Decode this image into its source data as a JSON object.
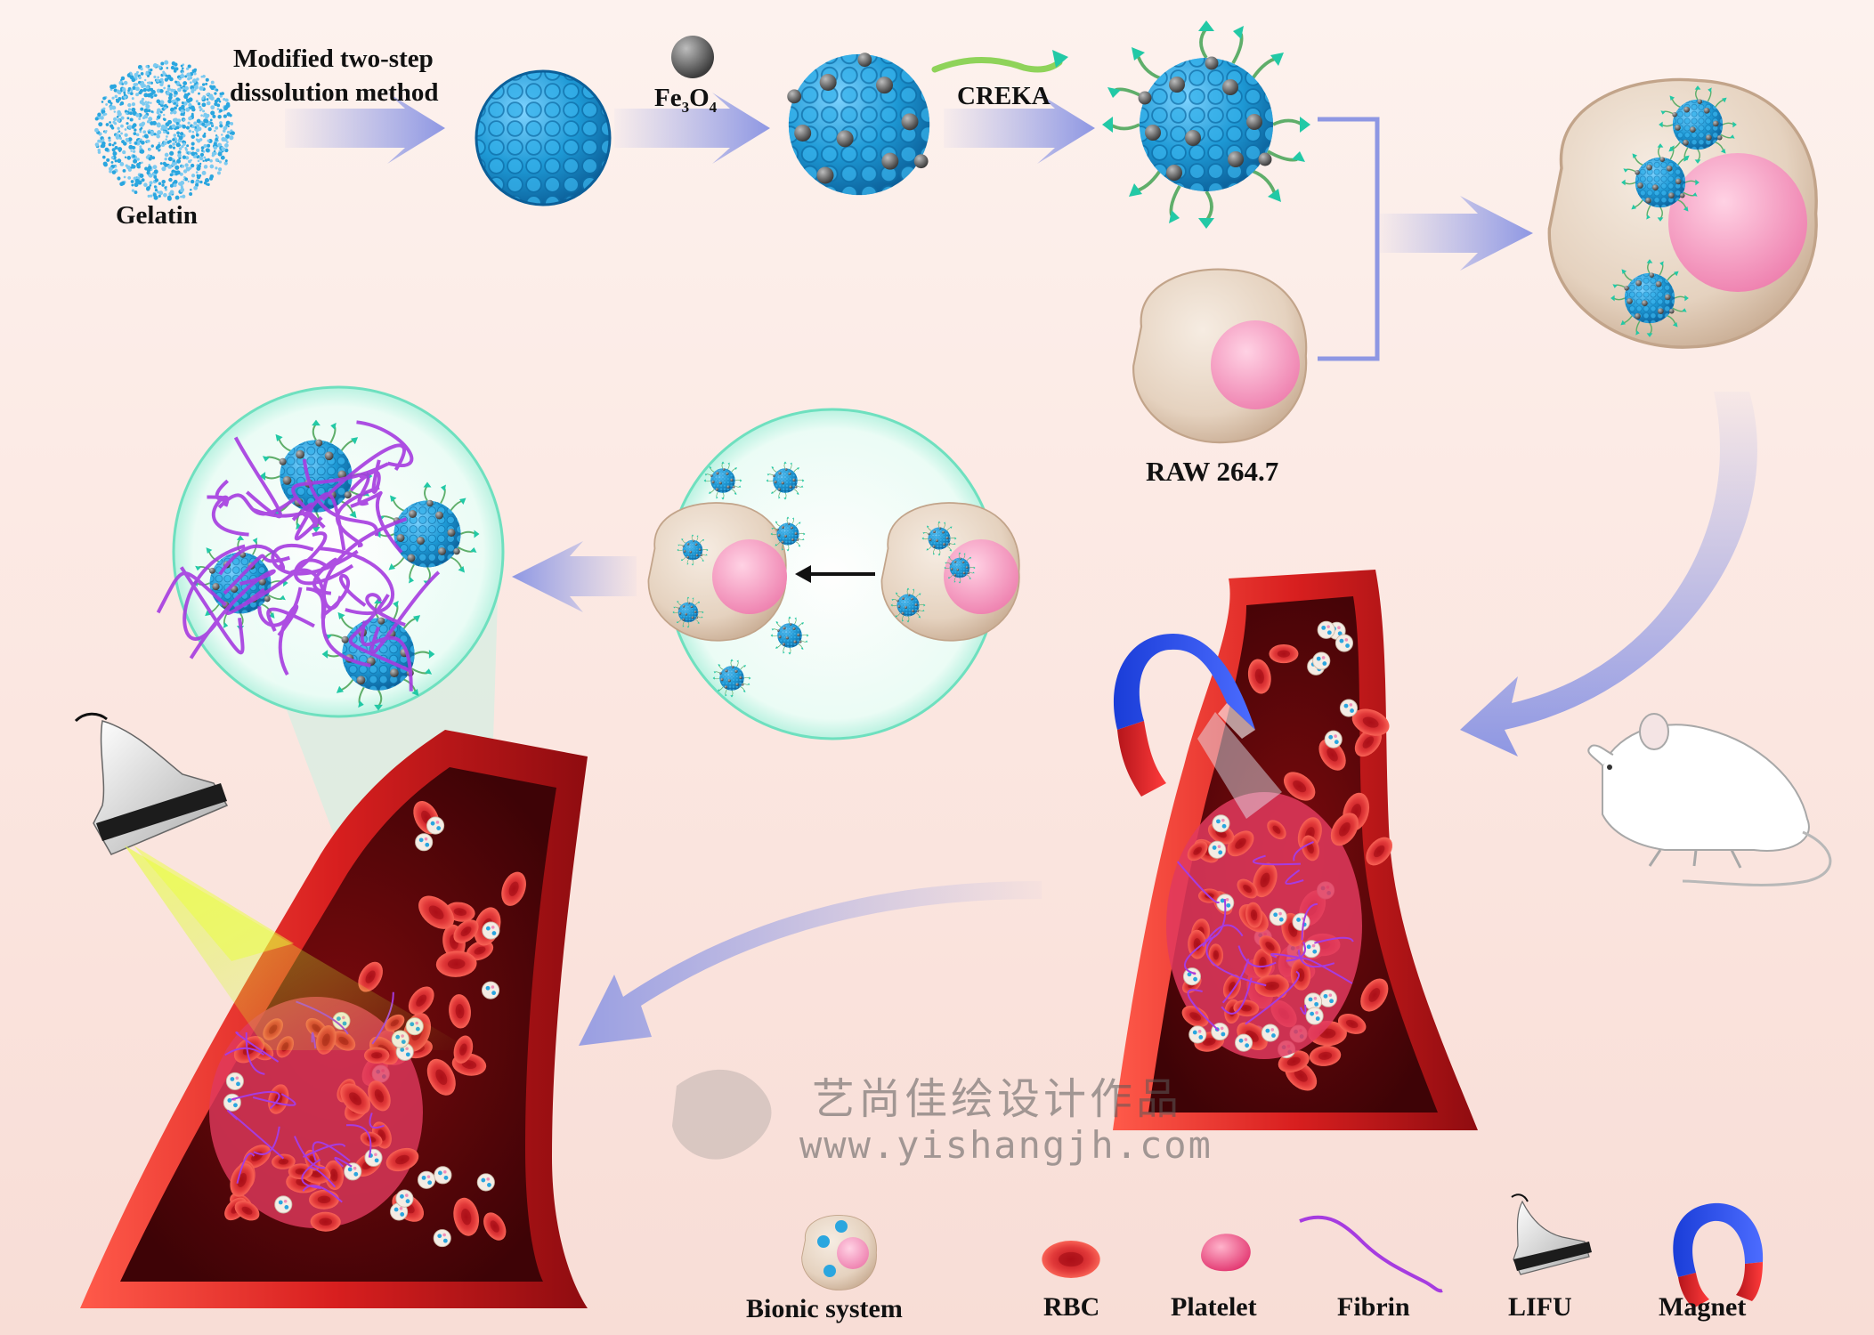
{
  "steps": {
    "gelatin_label": "Gelatin",
    "method_line1": "Modified two-step",
    "method_line2": "dissolution method",
    "fe3o4_label": "Fe",
    "fe3o4_sub1": "3",
    "fe3o4_o": "O",
    "fe3o4_sub2": "4",
    "creka_label": "CREKA",
    "raw_label": "RAW 264.7"
  },
  "legend": {
    "bionic": "Bionic system",
    "rbc": "RBC",
    "platelet": "Platelet",
    "fibrin": "Fibrin",
    "lifu": "LIFU",
    "magnet": "Magnet"
  },
  "watermark": {
    "line1": "艺尚佳绘设计作品",
    "line2": "www.yishangjh.com"
  },
  "colors": {
    "nanoparticle": "#1e9ad6",
    "fe3o4": "#5a5a5a",
    "creka": "#2fc6a8",
    "cell": "#e9d8c8",
    "nucleus": "#f29ac0",
    "vessel": "#c81e1e",
    "rbc": "#d8262a",
    "platelet": "#f0608f",
    "fibrin": "#a03ad6",
    "arrow": "#9aa4e8",
    "lens": "#7fe3c6"
  }
}
